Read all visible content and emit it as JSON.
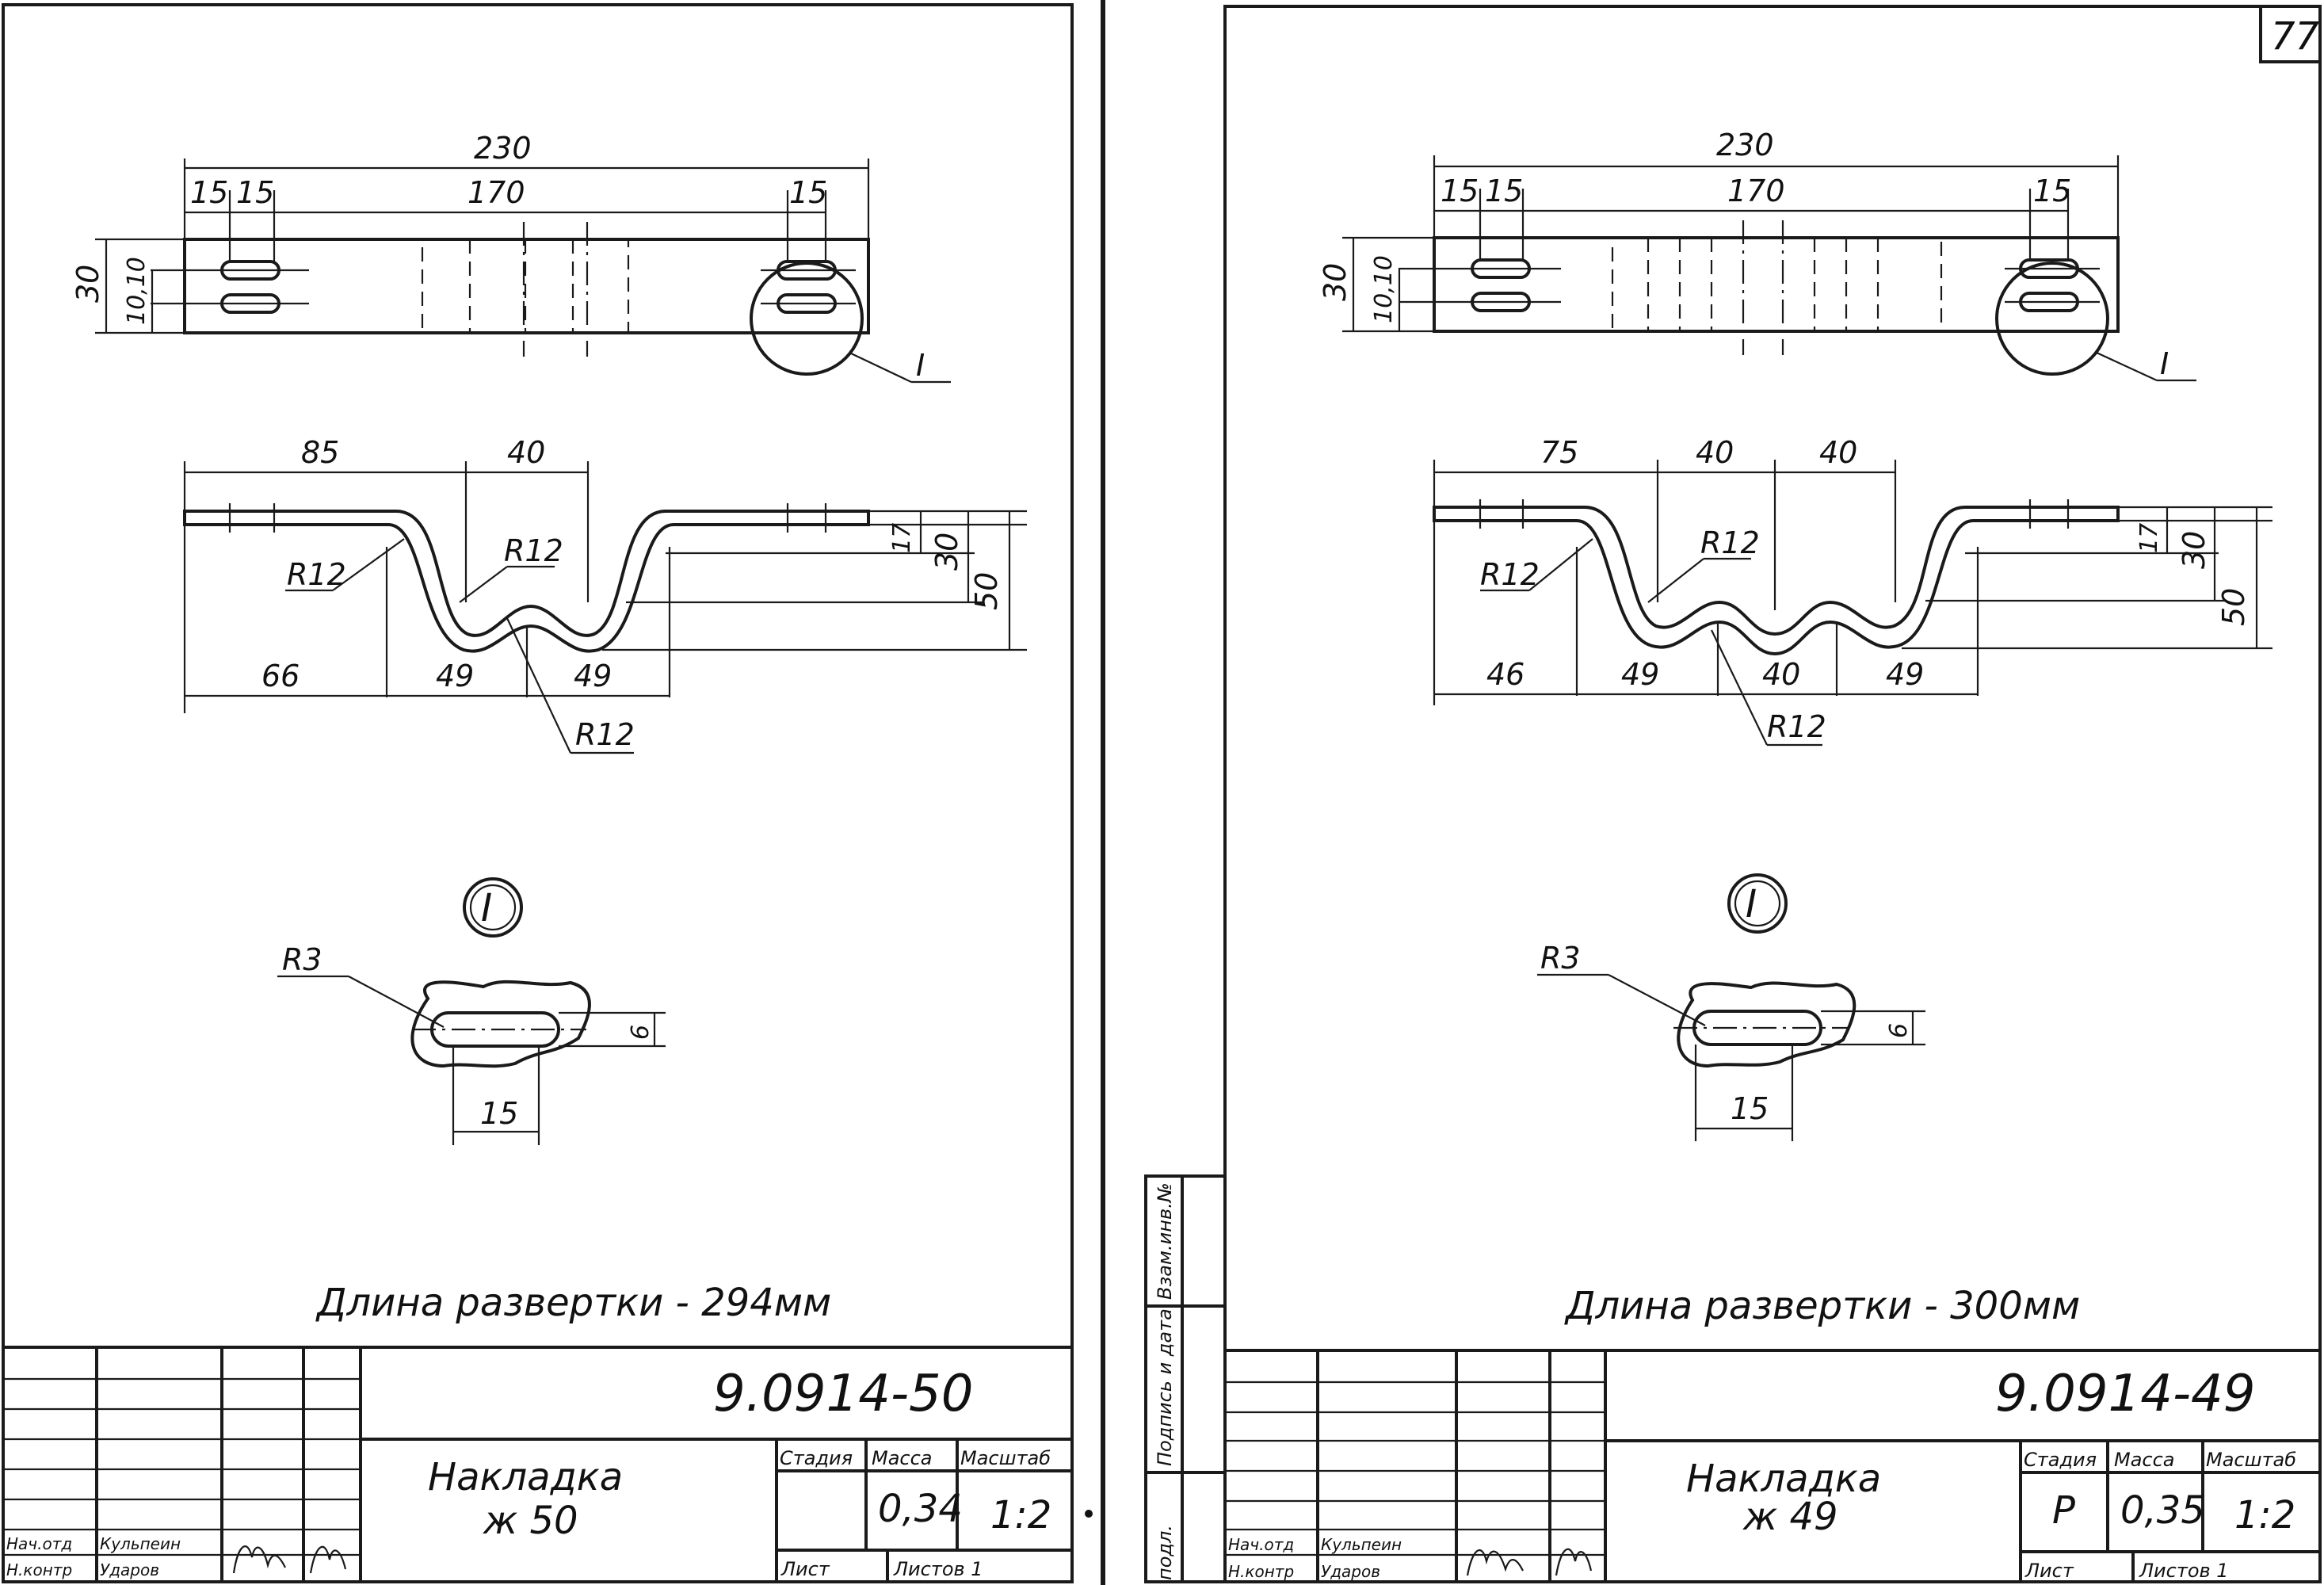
{
  "page_number": "77",
  "left": {
    "dims": {
      "total": "230",
      "d15a": "15",
      "d15b": "15",
      "d170": "170",
      "d15c": "15",
      "h30": "30",
      "h10": "10,10",
      "callout": "I",
      "p85": "85",
      "p40": "40",
      "r12a": "R12",
      "r12b": "R12",
      "r12c": "R12",
      "p17": "17",
      "p30": "30",
      "p50": "50",
      "p66": "66",
      "p49a": "49",
      "p49b": "49",
      "detail": "I",
      "r3": "R3",
      "d6": "6",
      "d15": "15"
    },
    "length_note": "Длина   развертки - 294мм",
    "designation": "9.0914-50",
    "name": "Накладка",
    "name_sub": "ж 50",
    "hdr_stage": "Стадия",
    "hdr_mass": "Масса",
    "hdr_scale": "Масштаб",
    "stage": "",
    "mass": "0,34",
    "scale": "1:2",
    "sheet_label": "Лист",
    "sheets_label": "Листов 1",
    "role1": "Нач.отд",
    "person1": "Кульпеин",
    "role2": "Н.контр",
    "person2": "Ударов"
  },
  "right": {
    "dims": {
      "total": "230",
      "d15a": "15",
      "d15b": "15",
      "d170": "170",
      "d15c": "15",
      "h30": "30",
      "h10": "10,10",
      "callout": "I",
      "p75": "75",
      "p40a": "40",
      "p40b": "40",
      "r12a": "R12",
      "r12b": "R12",
      "r12c": "R12",
      "p17": "17",
      "p30": "30",
      "p50": "50",
      "p46": "46",
      "p49a": "49",
      "p40c": "40",
      "p49b": "49",
      "detail": "I",
      "r3": "R3",
      "d6": "6",
      "d15": "15"
    },
    "length_note": "Длина    развертки - 300мм",
    "designation": "9.0914-49",
    "name": "Накладка",
    "name_sub": "ж 49",
    "hdr_stage": "Стадия",
    "hdr_mass": "Масса",
    "hdr_scale": "Масштаб",
    "stage": "Р",
    "mass": "0,35",
    "scale": "1:2",
    "sheet_label": "Лист",
    "sheets_label": "Листов 1",
    "role1": "Нач.отд",
    "person1": "Кульпеин",
    "role2": "Н.контр",
    "person2": "Ударов"
  },
  "side_stamp": {
    "c1": "Взам.инв.№",
    "c2": "Подпись и дата",
    "c3": "подл."
  }
}
